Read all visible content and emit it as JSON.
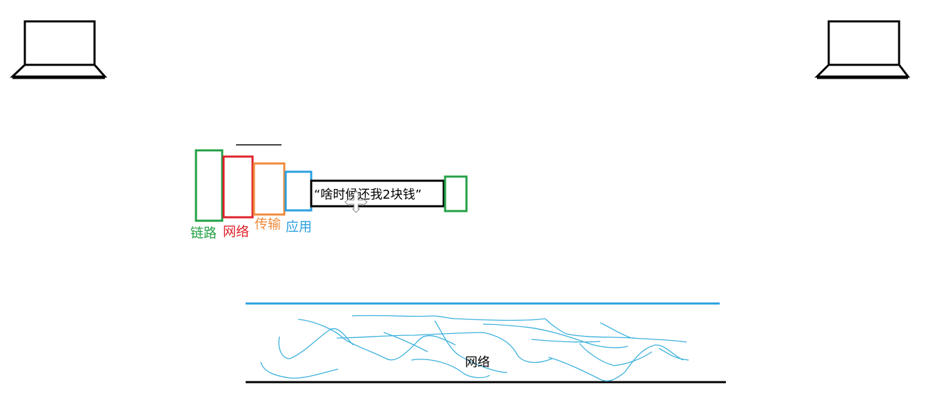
{
  "colors": {
    "link": "#22a045",
    "network": "#e0202a",
    "transport": "#f08a3a",
    "application": "#2a9fe0",
    "cable": "#2a9fe0",
    "ink": "#000000",
    "scribble": "#3ab0dc"
  },
  "computers": [
    {
      "icon": "laptop-icon",
      "side": "left"
    },
    {
      "icon": "laptop-icon",
      "side": "right"
    }
  ],
  "layers": [
    {
      "id": "link",
      "label": "链路"
    },
    {
      "id": "network",
      "label": "网络"
    },
    {
      "id": "transport",
      "label": "传输"
    },
    {
      "id": "application",
      "label": "应用"
    }
  ],
  "message": "“啥时候还我2块钱”",
  "medium": {
    "label": "网络"
  }
}
